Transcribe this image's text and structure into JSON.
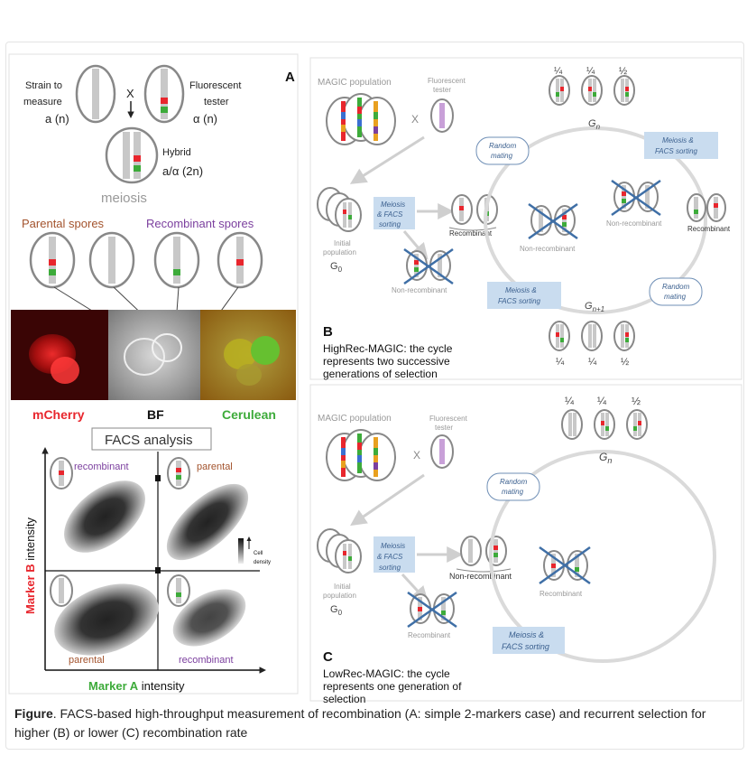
{
  "panel_a": {
    "letter": "A",
    "strain_label_1": "Strain to",
    "strain_label_2": "measure",
    "strain_label_3": "a (n)",
    "cross_symbol": "X",
    "tester_label_1": "Fluorescent",
    "tester_label_2": "tester",
    "tester_label_3": "α (n)",
    "hybrid_label_1": "Hybrid",
    "hybrid_label_2": "a/α (2n)",
    "meiosis_label": "meiosis",
    "parental_spores": "Parental spores",
    "recombinant_spores": "Recombinant spores",
    "micro_labels": [
      "mCherry",
      "BF",
      "Cerulean"
    ],
    "facs_title": "FACS analysis",
    "quadrants": {
      "top_left": "recombinant",
      "top_right": "parental",
      "bottom_left": "parental",
      "bottom_right": "recombinant"
    },
    "ylabel_colored": "Marker B",
    "ylabel_rest": " intensity",
    "xlabel_colored": "Marker A",
    "xlabel_rest": " intensity",
    "density_label_1": "Cell",
    "density_label_2": "density"
  },
  "panel_b": {
    "letter": "B",
    "magic_population": "MAGIC population",
    "tester_1": "Fluorescent",
    "tester_2": "tester",
    "cross_symbol": "X",
    "initial_1": "Initial",
    "initial_2": "population",
    "g0": "G",
    "g0_sub": "0",
    "gn": "G",
    "gn_sub": "n",
    "gn1_sub": "n+1",
    "meiosis_1": "Meiosis",
    "meiosis_2": "& FACS",
    "meiosis_3": "sorting",
    "meiosis_facs_1": "Meiosis &",
    "meiosis_facs_2": "FACS sorting",
    "random_1": "Random",
    "random_2": "mating",
    "recombinant": "Recombinant",
    "non_recombinant": "Non-recombinant",
    "fractions_top": [
      "¼",
      "¼",
      "½"
    ],
    "fractions_bottom": [
      "¼",
      "¼",
      "½"
    ],
    "desc_1": "HighRec-MAGIC: the cycle",
    "desc_2": "represents two successive",
    "desc_3": "generations of selection"
  },
  "panel_c": {
    "letter": "C",
    "magic_population": "MAGIC population",
    "tester_1": "Fluorescent",
    "tester_2": "tester",
    "cross_symbol": "X",
    "initial_1": "Initial",
    "initial_2": "population",
    "g0": "G",
    "g0_sub": "0",
    "gn": "G",
    "gn_sub": "n",
    "meiosis_1": "Meiosis",
    "meiosis_2": "& FACS",
    "meiosis_3": "sorting",
    "meiosis_facs_1": "Meiosis &",
    "meiosis_facs_2": "FACS sorting",
    "random_1": "Random",
    "random_2": "mating",
    "recombinant": "Recombinant",
    "non_recombinant": "Non-recombinant",
    "fractions_top": [
      "¼",
      "¼",
      "½"
    ],
    "desc_1": "LowRec-MAGIC: the cycle",
    "desc_2": "represents one generation of",
    "desc_3": "selection"
  },
  "caption": {
    "bold": "Figure",
    "text": ". FACS-based high-throughput measurement of recombination (A: simple 2-markers case) and recurrent selection for higher (B) or lower (C) recombination rate"
  },
  "colors": {
    "red": "#e8262d",
    "green": "#3dab3a",
    "purple": "#7b3f9e",
    "brown": "#a3532d",
    "blue_box": "#c9dcef",
    "blue_text": "#3a5f8e",
    "cross": "#3f6fa6",
    "grey": "#c8c8c8"
  }
}
